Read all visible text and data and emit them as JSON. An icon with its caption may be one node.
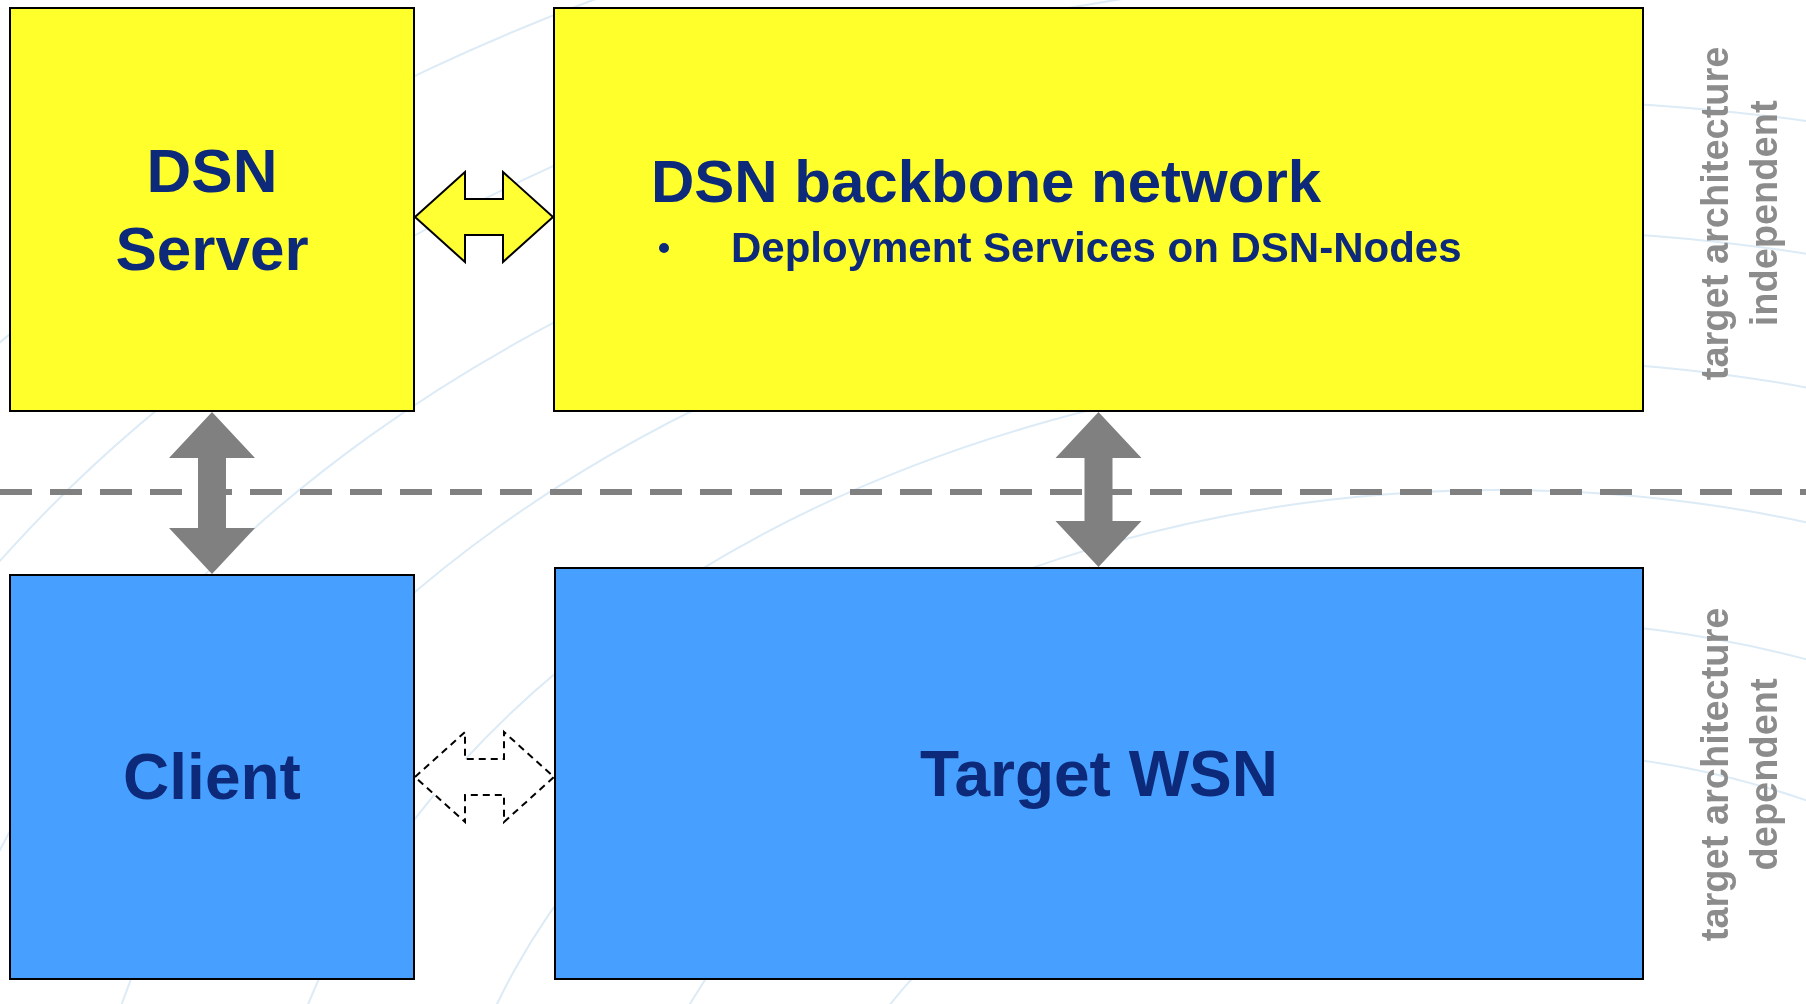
{
  "diagram": {
    "nodes": [
      {
        "text": [
          "DSN Server"
        ]
      },
      {
        "text": [
          "DSN backbone network",
          "Deployment Services on DSN-Nodes"
        ]
      },
      {
        "text": [
          "Client"
        ]
      },
      {
        "text": [
          "Target WSN"
        ]
      }
    ],
    "edges": [
      {
        "from": 0,
        "to": 1,
        "arrow": "both",
        "color": "#ffff33"
      },
      {
        "from": 0,
        "to": 2,
        "arrow": "both"
      },
      {
        "from": 1,
        "to": 3,
        "arrow": "both"
      },
      {
        "from": 2,
        "to": 3,
        "arrow": "both",
        "style": "dashed",
        "color": "#ffffff"
      }
    ],
    "labels": [
      "target architecture independent",
      "target architecture dependent"
    ]
  }
}
